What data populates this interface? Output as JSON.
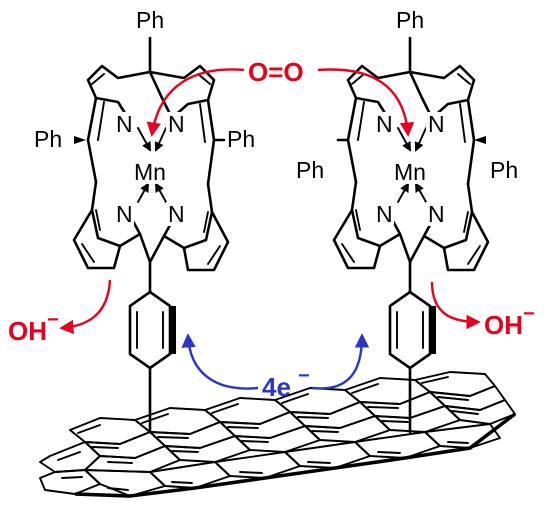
{
  "colors": {
    "oxygen_red": "#e8001c",
    "electron_blue": "#2b35c8",
    "bond_black": "#000000"
  },
  "left_porphyrin": {
    "metal": "Mn",
    "nitrogen": "N",
    "meso_top": "Ph",
    "meso_left": "Ph",
    "meso_right": "Ph"
  },
  "right_porphyrin": {
    "metal": "Mn",
    "nitrogen": "N",
    "meso_top": "Ph",
    "meso_left": "Ph",
    "meso_right": "Ph"
  },
  "labels": {
    "dioxygen": "O=O",
    "hydroxide_left": "OH",
    "hydroxide_right": "OH",
    "charge": "−",
    "electrons": "4e",
    "electron_charge": "−"
  }
}
